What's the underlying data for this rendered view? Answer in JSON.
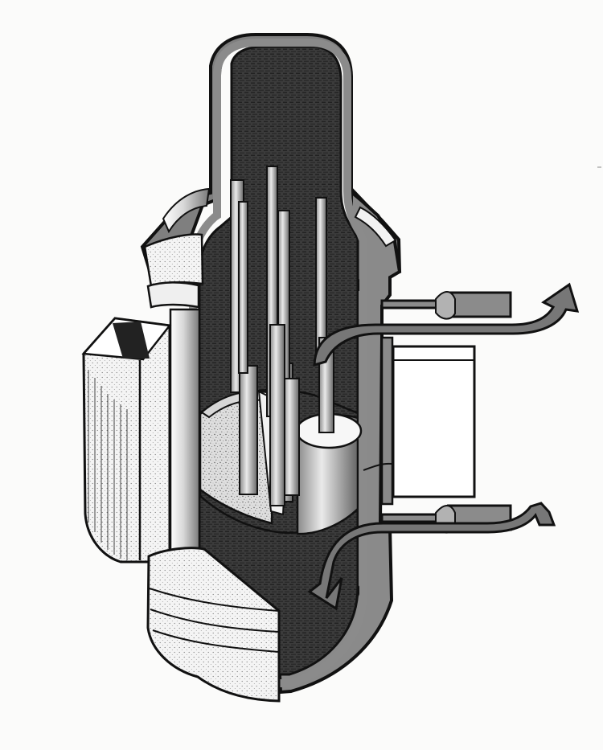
{
  "diagram": {
    "kind": "cutaway illustration of a reactor pressure vessel",
    "colors": {
      "paper": "#fbfbfa",
      "ink": "#111111",
      "shell_gray": "#8f8f8f",
      "water_dark": "#3b3b3b",
      "metal_light": "#f2f2f2",
      "metal_mid": "#cfcfcf",
      "metal_dark": "#6b6b6b"
    },
    "components": {
      "pressure_vessel": "pressure-vessel",
      "control_rods": "control-rod",
      "core": "reactor-core",
      "outlet_nozzle": "outlet-nozzle",
      "inlet_nozzle": "inlet-nozzle",
      "flow_arrows": "flow-arrow",
      "shield_block_left": "shield-block-left",
      "shield_block_right": "shield-block-right",
      "flange": "vessel-flange"
    }
  }
}
